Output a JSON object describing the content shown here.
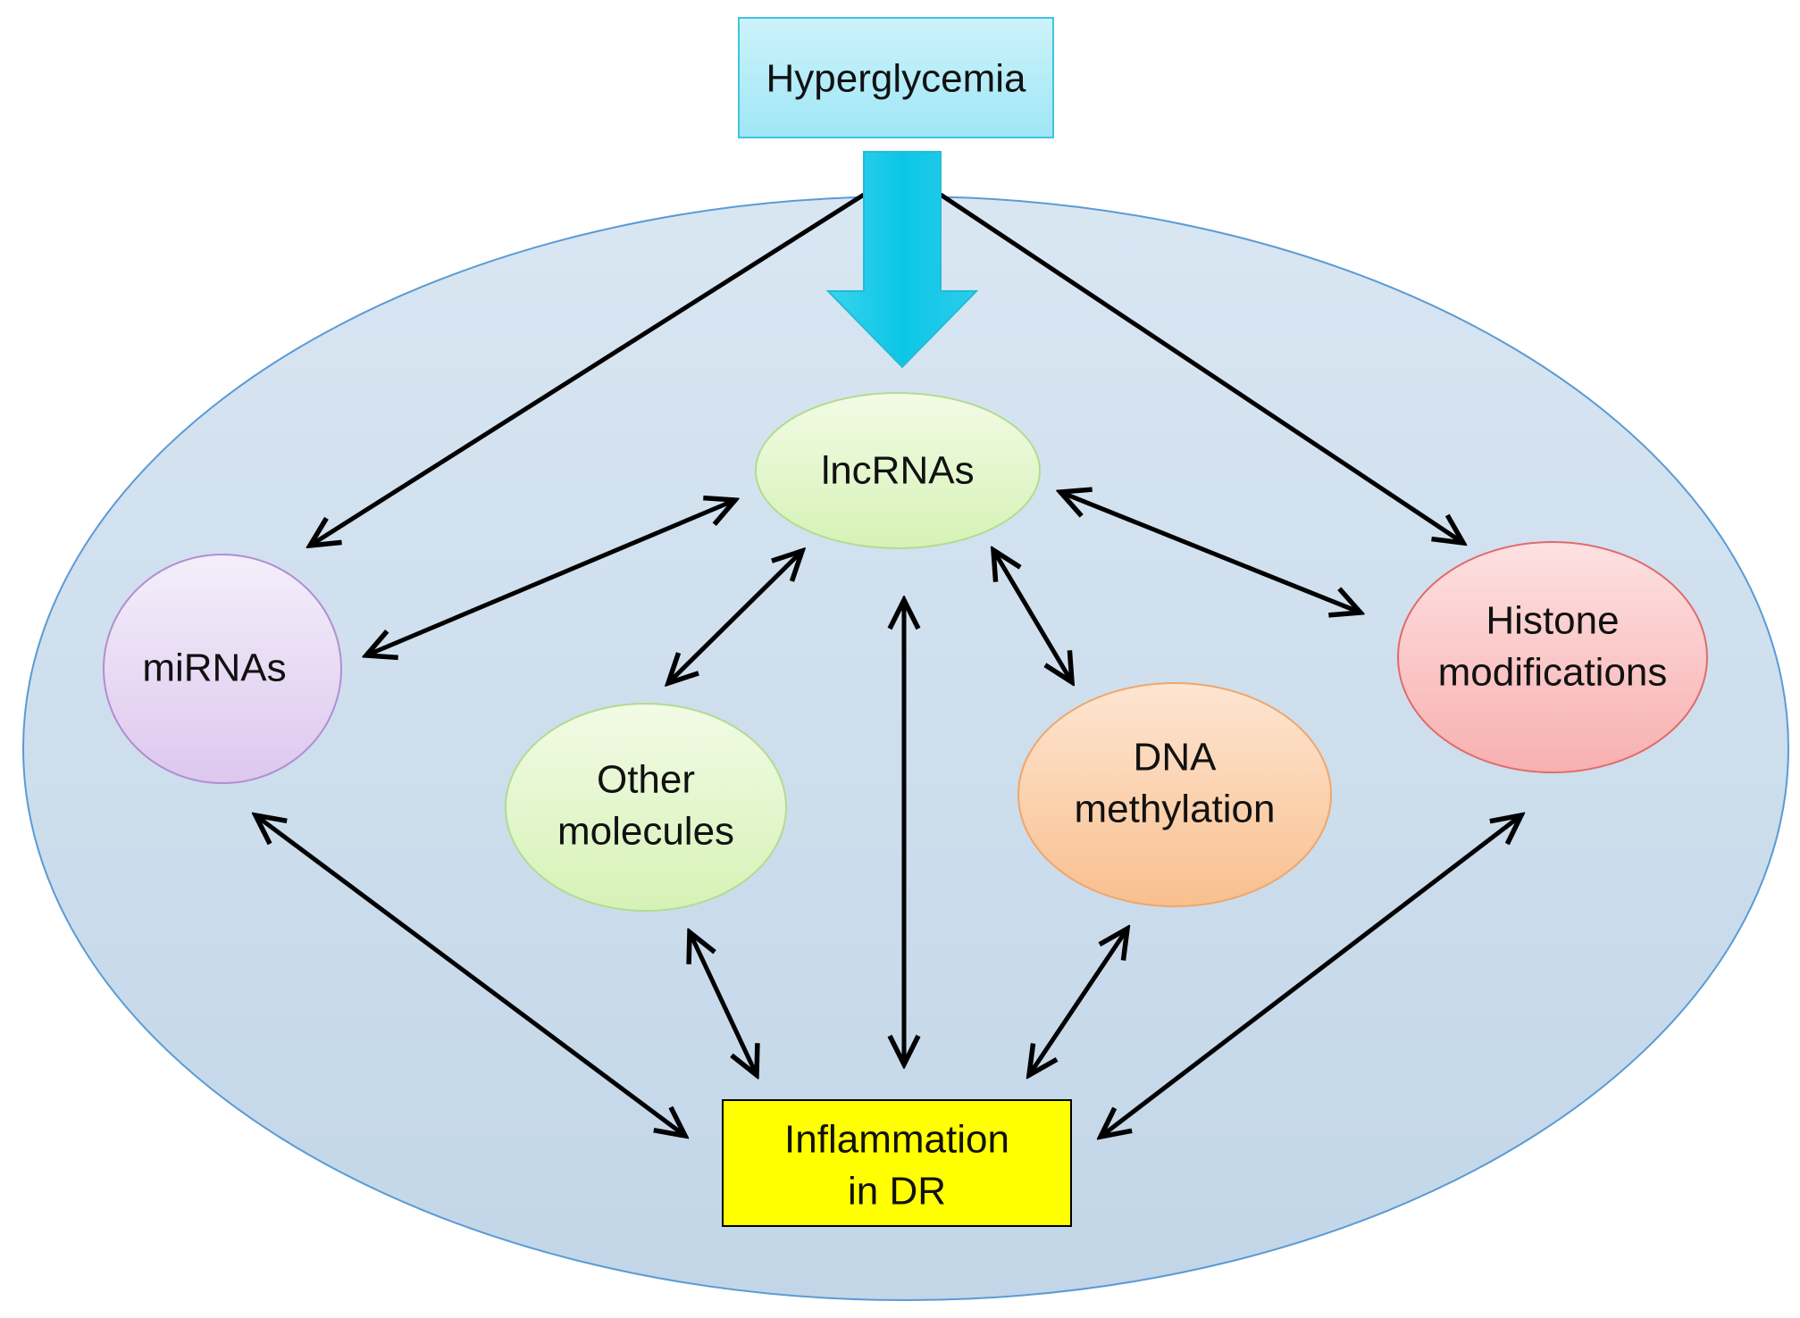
{
  "diagram": {
    "source_box": {
      "label": "Hyperglycemia"
    },
    "nodes": {
      "lncrnas": {
        "lines": [
          "lncRNAs"
        ]
      },
      "mirnas": {
        "lines": [
          "miRNAs"
        ]
      },
      "other_molecules": {
        "lines": [
          "Other",
          "molecules"
        ]
      },
      "dna_methylation": {
        "lines": [
          "DNA",
          "methylation"
        ]
      },
      "histone_modifications": {
        "lines": [
          "Histone",
          "modifications"
        ]
      }
    },
    "target_box": {
      "lines": [
        "Inflammation",
        "in DR"
      ]
    },
    "edges": [
      {
        "from": "Hyperglycemia",
        "to": "lncRNAs",
        "style": "thick-cyan-arrow"
      },
      {
        "from": "Hyperglycemia",
        "to": "miRNAs",
        "style": "one-way"
      },
      {
        "from": "Hyperglycemia",
        "to": "Histone modifications",
        "style": "one-way"
      },
      {
        "from": "lncRNAs",
        "to": "miRNAs",
        "style": "two-way"
      },
      {
        "from": "lncRNAs",
        "to": "Other molecules",
        "style": "two-way"
      },
      {
        "from": "lncRNAs",
        "to": "Inflammation in DR",
        "style": "two-way"
      },
      {
        "from": "lncRNAs",
        "to": "DNA methylation",
        "style": "two-way"
      },
      {
        "from": "lncRNAs",
        "to": "Histone modifications",
        "style": "two-way"
      },
      {
        "from": "miRNAs",
        "to": "Inflammation in DR",
        "style": "two-way"
      },
      {
        "from": "Other molecules",
        "to": "Inflammation in DR",
        "style": "two-way"
      },
      {
        "from": "DNA methylation",
        "to": "Inflammation in DR",
        "style": "two-way"
      },
      {
        "from": "Histone modifications",
        "to": "Inflammation in DR",
        "style": "two-way"
      }
    ]
  }
}
